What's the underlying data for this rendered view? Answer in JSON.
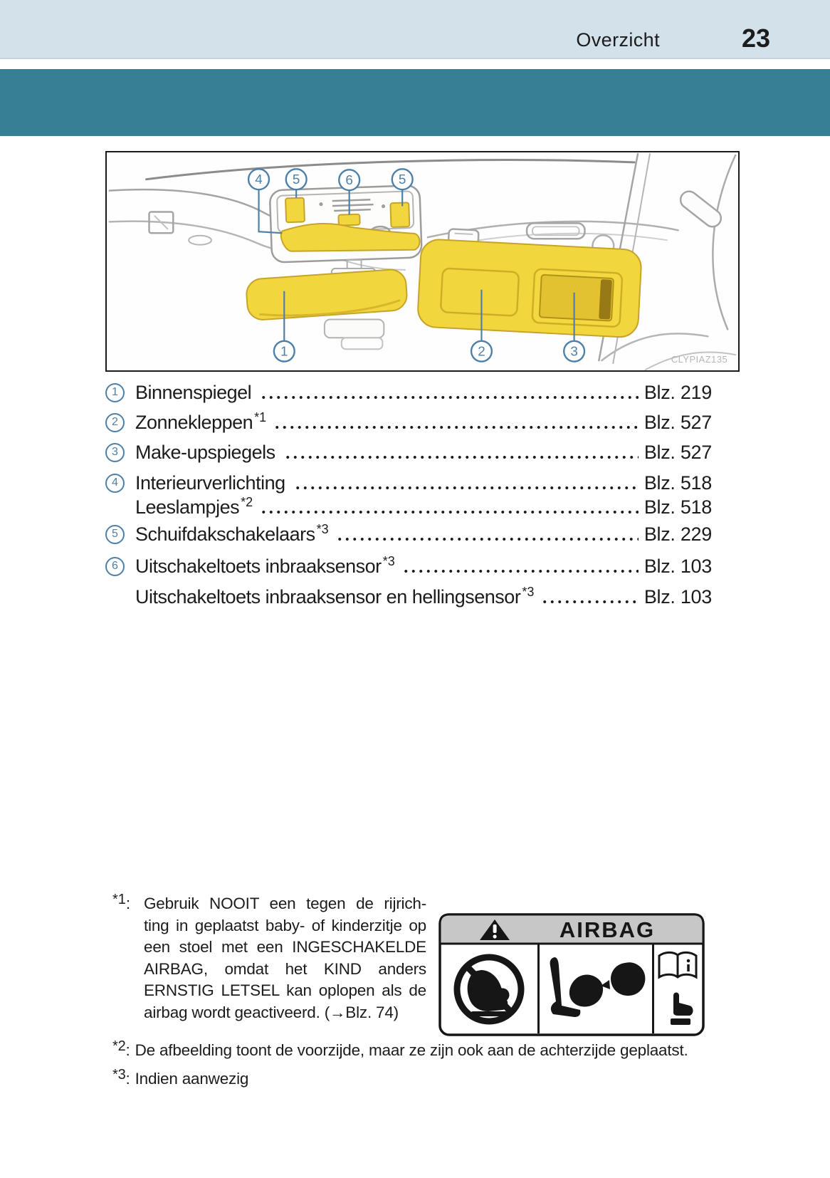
{
  "colors": {
    "header_bg": "#d3e1ea",
    "band_teal": "#377f94",
    "callout_blue": "#4d80a8",
    "highlight_yellow": "#f2d63e",
    "text_dark": "#1c1c1c"
  },
  "header": {
    "section_title": "Overzicht",
    "page_number": "23"
  },
  "figure": {
    "watermark": "CLYPIAZ135",
    "callouts": {
      "n1": "1",
      "n2": "2",
      "n3": "3",
      "n4": "4",
      "n5a": "5",
      "n5b": "5",
      "n6": "6"
    }
  },
  "legend": {
    "rows": [
      {
        "num": "1",
        "label": "Binnenspiegel",
        "sup": "",
        "page": "Blz. 219"
      },
      {
        "num": "2",
        "label": "Zonnekleppen",
        "sup": "*1",
        "page": "Blz. 527"
      },
      {
        "num": "3",
        "label": "Make-upspiegels",
        "sup": "",
        "page": "Blz. 527"
      },
      {
        "num": "4",
        "label": "Interieurverlichting",
        "sup": "",
        "page": "Blz. 518"
      },
      {
        "num": "",
        "label": "Leeslampjes",
        "sup": "*2",
        "page": "Blz. 518"
      },
      {
        "num": "5",
        "label": "Schuifdakschakelaars",
        "sup": "*3",
        "page": "Blz. 229"
      },
      {
        "num": "6",
        "label": "Uitschakeltoets inbraaksensor",
        "sup": "*3",
        "page": "Blz. 103"
      },
      {
        "num": "",
        "label": "Uitschakeltoets inbraaksensor en hellingsensor",
        "sup": "*3",
        "page": "Blz. 103"
      }
    ]
  },
  "footnotes": {
    "sep": ":",
    "fn1_marker": "*1",
    "fn1_lines": [
      "Gebruik NOOIT een tegen de rijrich-",
      "ting in geplaatst baby- of kinderzitje op",
      "een stoel met een INGESCHAKELDE",
      "AIRBAG, omdat het KIND anders",
      "ERNSTIG LETSEL kan oplopen als de",
      "airbag wordt geactiveerd. (→Blz. 74)"
    ],
    "fn2_marker": "*2",
    "fn2_text": "De afbeelding toont de voorzijde, maar ze zijn ook aan de achterzijde geplaatst.",
    "fn3_marker": "*3",
    "fn3_text": "Indien aanwezig"
  },
  "airbag_label": {
    "title": "AIRBAG"
  }
}
